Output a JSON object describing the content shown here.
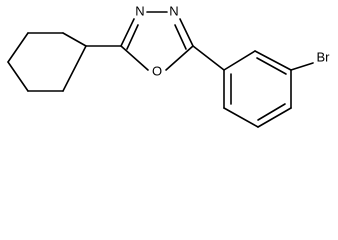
{
  "molecule": {
    "atoms": {
      "n3": "N",
      "n4": "N",
      "o1": "O",
      "br": "Br"
    }
  }
}
